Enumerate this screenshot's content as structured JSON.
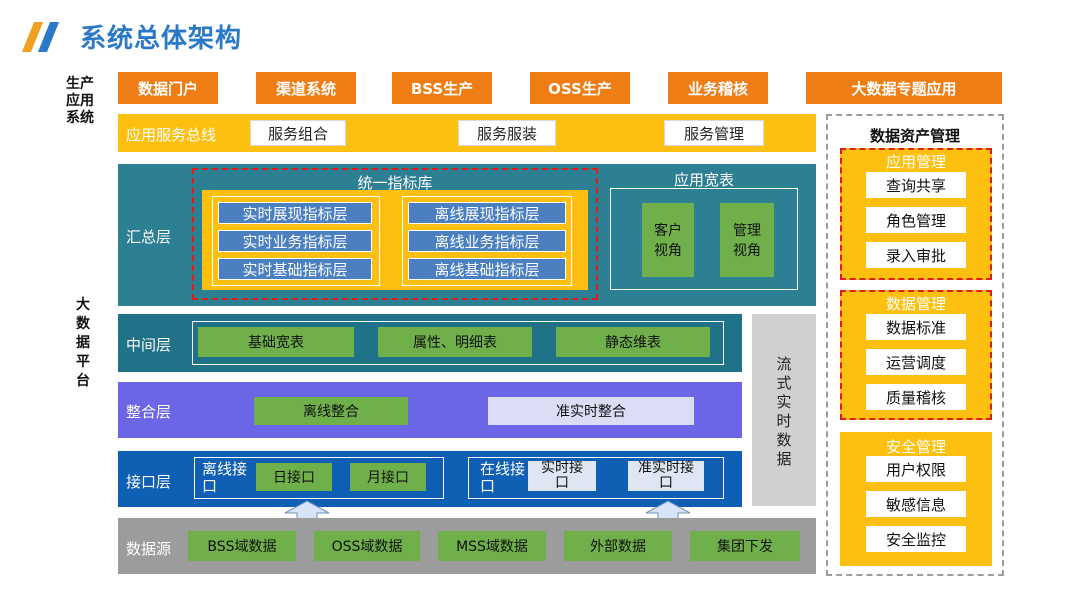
{
  "page": {
    "title": "系统总体架构"
  },
  "side_labels": {
    "production": "生产\n应用\n系统",
    "bigdata": "大\n数\n据\n平\n台"
  },
  "top_apps": [
    "数据门户",
    "渠道系统",
    "BSS生产",
    "OSS生产",
    "业务稽核",
    "大数据专题应用"
  ],
  "service_bus": {
    "label": "应用服务总线",
    "items": [
      "服务组合",
      "服务服装",
      "服务管理"
    ]
  },
  "summary_layer": {
    "label": "汇总层",
    "unified_index": {
      "title": "统一指标库",
      "left": [
        "实时展现指标层",
        "实时业务指标层",
        "实时基础指标层"
      ],
      "right": [
        "离线展现指标层",
        "离线业务指标层",
        "离线基础指标层"
      ]
    },
    "wide_table": {
      "title": "应用宽表",
      "items": [
        "客户\n视角",
        "管理\n视角"
      ]
    }
  },
  "middle_layer": {
    "label": "中间层",
    "items": [
      "基础宽表",
      "属性、明细表",
      "静态维表"
    ]
  },
  "stream": {
    "label": "流\n式\n实\n时\n数\n据"
  },
  "integration_layer": {
    "label": "整合层",
    "items": [
      "离线整合",
      "准实时整合"
    ]
  },
  "interface_layer": {
    "label": "接口层",
    "offline": {
      "title": "离线接\n口",
      "items": [
        "日接口",
        "月接口"
      ]
    },
    "online": {
      "title": "在线接\n口",
      "items": [
        "实时接\n口",
        "准实时接\n口"
      ]
    }
  },
  "data_source": {
    "label": "数据源",
    "items": [
      "BSS域数据",
      "OSS域数据",
      "MSS域数据",
      "外部数据",
      "集团下发"
    ]
  },
  "asset_mgmt": {
    "title": "数据资产管理",
    "groups": [
      {
        "title": "应用管理",
        "items": [
          "查询共享",
          "角色管理",
          "录入审批"
        ]
      },
      {
        "title": "数据管理",
        "items": [
          "数据标准",
          "运营调度",
          "质量稽核"
        ]
      },
      {
        "title": "安全管理",
        "items": [
          "用户权限",
          "敏感信息",
          "安全监控"
        ]
      }
    ]
  },
  "colors": {
    "orange": "#f07c14",
    "yellow": "#fdc010",
    "teal": "#2d7f94",
    "purple": "#6b66e6",
    "dark_blue": "#0f5fb4",
    "green": "#70b04a",
    "red": "#e21b1b",
    "title_blue": "#2a78c8"
  }
}
